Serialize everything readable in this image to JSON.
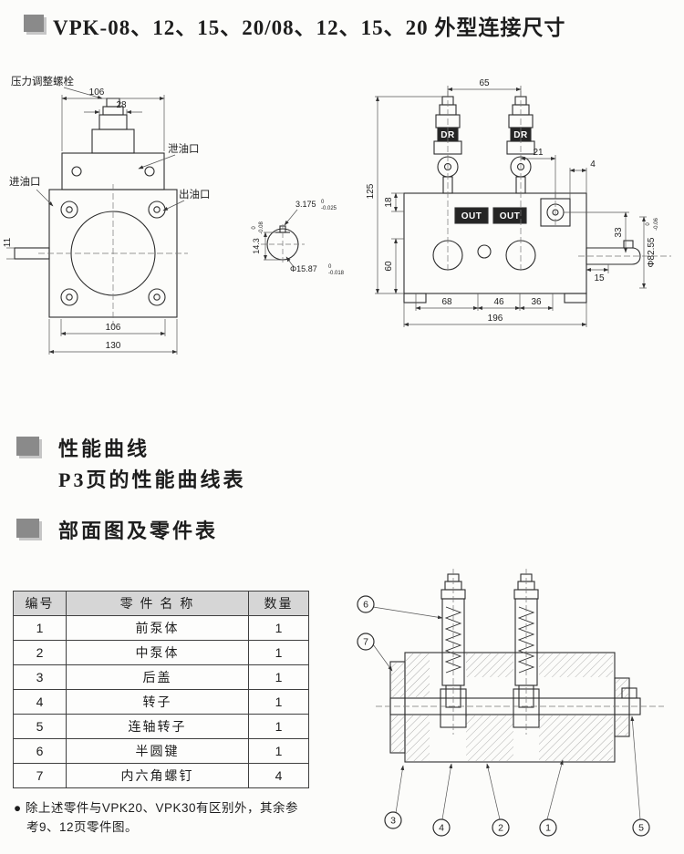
{
  "colors": {
    "line": "#2e2e2e",
    "table_header_bg": "#d6d6d6",
    "bullet_gray": "#8a8a8a"
  },
  "header": {
    "title": "VPK-08、12、15、20/08、12、15、20 外型连接尺寸"
  },
  "front_view": {
    "label_pressure_bolt": "压力调整螺栓",
    "label_drain": "泄油口",
    "label_inlet": "进油口",
    "label_outlet": "出油口",
    "dim_top_width": "106",
    "dim_valve_width": "28",
    "dim_shaft_width": "11",
    "dim_bottom_inner": "106",
    "dim_bottom_outer": "130"
  },
  "shaft_detail": {
    "dim_key_width": "3.175",
    "dim_key_tol_upper": "0",
    "dim_key_tol_lower": "-0.025",
    "dim_flat_height": "14.3",
    "dim_flat_tol_upper": "0",
    "dim_flat_tol_lower": "-0.08",
    "dim_diameter": "Φ15.87",
    "dim_diameter_tol_upper": "0",
    "dim_diameter_tol_lower": "-0.018"
  },
  "side_view": {
    "label_dr_left": "DR",
    "label_dr_right": "DR",
    "label_out_left": "OUT",
    "label_out_right": "OUT",
    "dim_valve_spacing": "65",
    "dim_port_offset": "21",
    "dim_port_edge": "4",
    "dim_height_overall": "125",
    "dim_top_step": "18",
    "dim_port_to_shaft": "33",
    "dim_spigot_dia": "Φ82.55",
    "dim_spigot_tol_upper": "0",
    "dim_spigot_tol_lower": "-0.06",
    "dim_shaft_step": "15",
    "dim_bottom_step": "60",
    "dim_bottom_left": "68",
    "dim_bottom_mid": "46",
    "dim_bottom_right": "36",
    "dim_total_width": "196"
  },
  "sections": {
    "performance_title": "性能曲线",
    "performance_subtitle": "P3页的性能曲线表",
    "parts_title": "部面图及零件表"
  },
  "parts_table": {
    "headers": [
      "编号",
      "零 件 名 称",
      "数量"
    ],
    "rows": [
      {
        "no": "1",
        "name": "前泵体",
        "qty": "1"
      },
      {
        "no": "2",
        "name": "中泵体",
        "qty": "1"
      },
      {
        "no": "3",
        "name": "后盖",
        "qty": "1"
      },
      {
        "no": "4",
        "name": "转子",
        "qty": "1"
      },
      {
        "no": "5",
        "name": "连轴转子",
        "qty": "1"
      },
      {
        "no": "6",
        "name": "半圆键",
        "qty": "1"
      },
      {
        "no": "7",
        "name": "内六角螺钉",
        "qty": "4"
      }
    ]
  },
  "note": {
    "bullet": "●",
    "line1": "除上述零件与VPK20、VPK30有区别外，其余参",
    "line2": "考9、12页零件图。"
  },
  "section_view": {
    "callouts": [
      "6",
      "7",
      "3",
      "4",
      "2",
      "1",
      "5"
    ]
  }
}
